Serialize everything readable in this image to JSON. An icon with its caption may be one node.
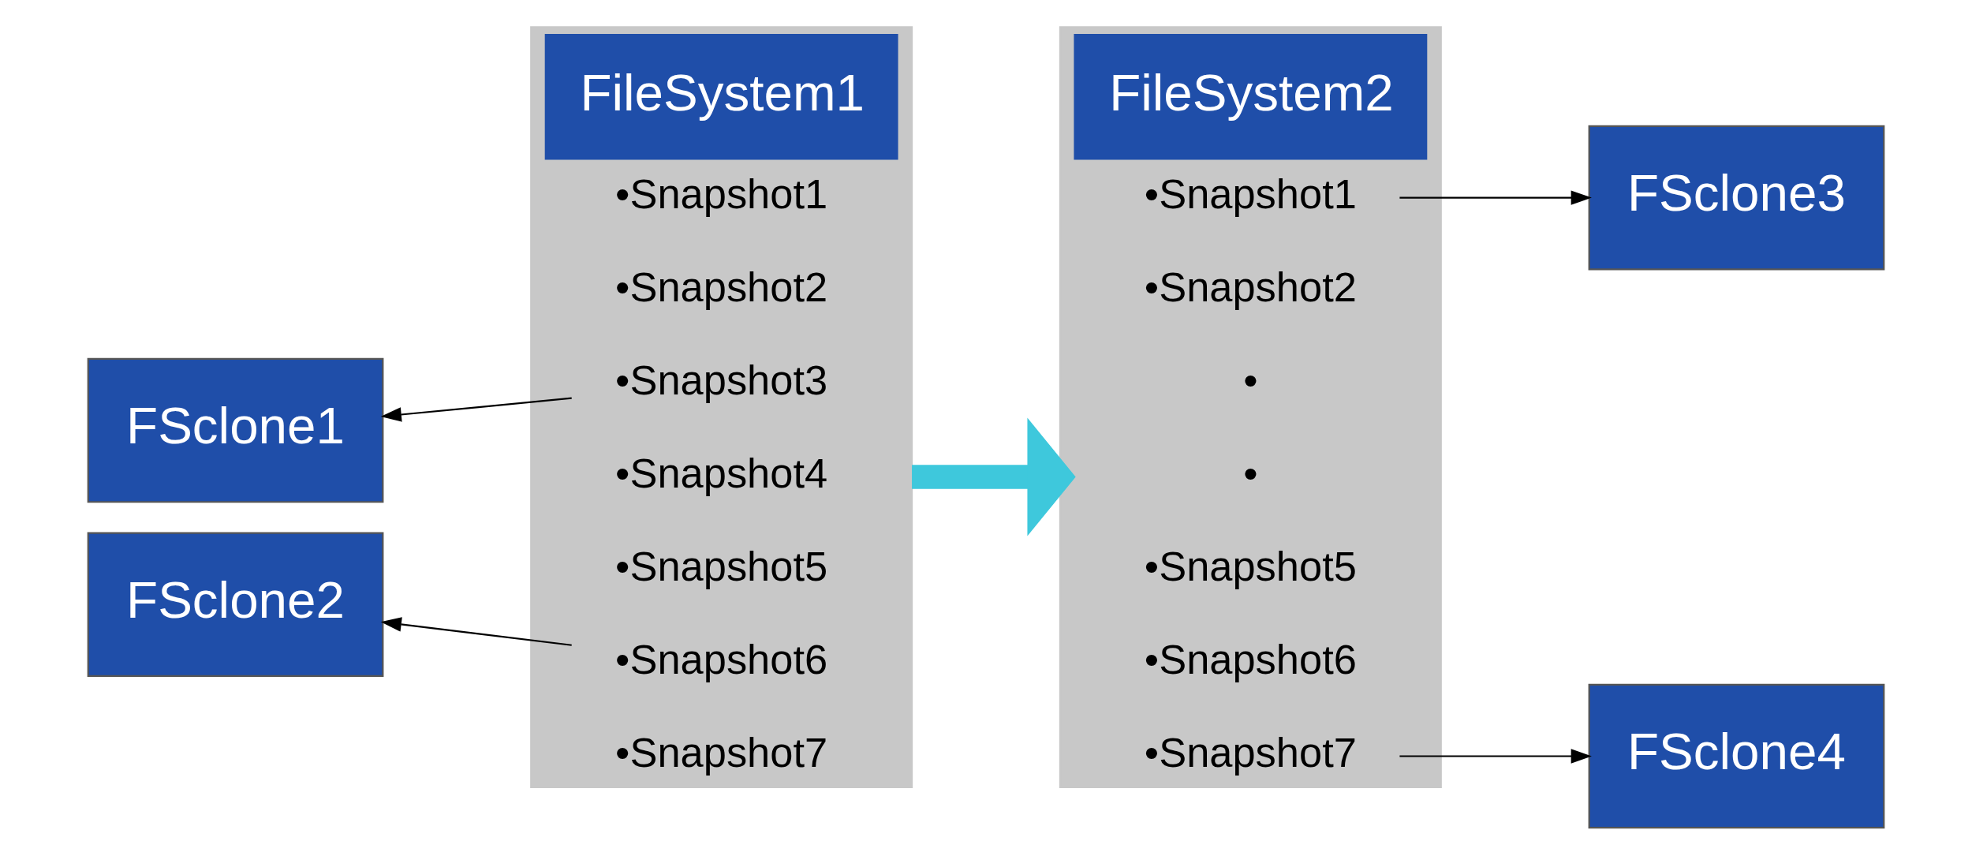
{
  "diagram": {
    "nodes": [
      {
        "text": [
          "FileSystem1"
        ]
      },
      {
        "text": [
          "•Snapshot1"
        ],
        "in": 0
      },
      {
        "text": [
          "•Snapshot2"
        ],
        "in": 0
      },
      {
        "text": [
          "•Snapshot3"
        ],
        "in": 0
      },
      {
        "text": [
          "•Snapshot4"
        ],
        "in": 0
      },
      {
        "text": [
          "•Snapshot5"
        ],
        "in": 0
      },
      {
        "text": [
          "•Snapshot6"
        ],
        "in": 0
      },
      {
        "text": [
          "•Snapshot7"
        ],
        "in": 0
      },
      {
        "text": [
          "FileSystem2"
        ]
      },
      {
        "text": [
          "•Snapshot1"
        ],
        "in": 8
      },
      {
        "text": [
          "•Snapshot2"
        ],
        "in": 8
      },
      {
        "text": [
          "•"
        ],
        "in": 8
      },
      {
        "text": [
          "•"
        ],
        "in": 8
      },
      {
        "text": [
          "•Snapshot5"
        ],
        "in": 8
      },
      {
        "text": [
          "•Snapshot6"
        ],
        "in": 8
      },
      {
        "text": [
          "•Snapshot7"
        ],
        "in": 8
      },
      {
        "text": [
          "FSclone1"
        ]
      },
      {
        "text": [
          "FSclone2"
        ]
      },
      {
        "text": [
          "FSclone3"
        ]
      },
      {
        "text": [
          "FSclone4"
        ]
      }
    ],
    "edges": [
      {
        "from": 3,
        "to": 16,
        "arrow": "to"
      },
      {
        "from": 6,
        "to": 17,
        "arrow": "to"
      },
      {
        "from": 0,
        "to": 8,
        "arrow": "to",
        "style": "thick",
        "color": "#3ec8dc"
      },
      {
        "from": 9,
        "to": 18,
        "arrow": "to"
      },
      {
        "from": 15,
        "to": 19,
        "arrow": "to"
      }
    ]
  }
}
